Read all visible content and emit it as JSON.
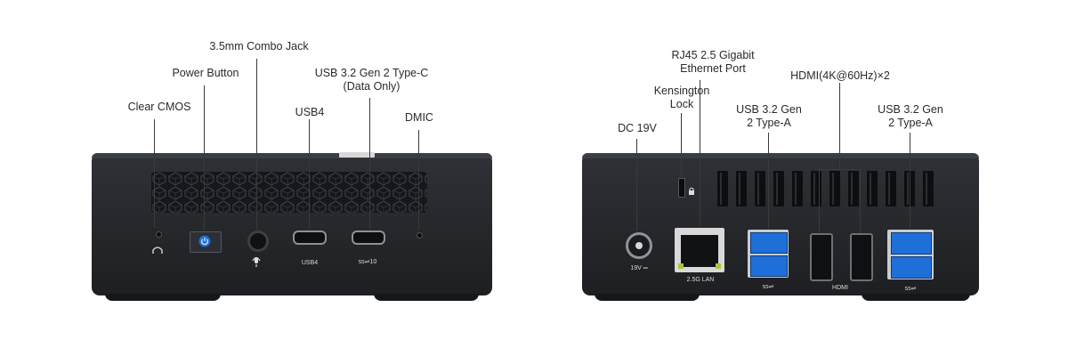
{
  "front": {
    "labels": {
      "combo_jack": "3.5mm Combo Jack",
      "power_button": "Power Button",
      "usbc_data": "USB 3.2 Gen 2 Type-C\n(Data Only)",
      "clear_cmos": "Clear CMOS",
      "usb4": "USB4",
      "dmic": "DMIC"
    },
    "port_labels": {
      "usb4": "USB4",
      "ss": "ss⇌10"
    },
    "icons": [
      "cmos-arch-icon",
      "power-icon",
      "headset-icon"
    ],
    "accent_color": "#1e73d6"
  },
  "rear": {
    "labels": {
      "rj45": "RJ45 2.5 Gigabit\nEthernet Port",
      "hdmi": "HDMI(4K@60Hz)×2",
      "kensington": "Kensington\nLock",
      "dc": "DC 19V",
      "usb_a_left": "USB 3.2 Gen\n2 Type-A",
      "usb_a_right": "USB 3.2 Gen\n2 Type-A"
    },
    "port_labels": {
      "dc": "19V ═",
      "lan": "2.5G LAN",
      "ss_left": "ss⇌",
      "hdmi": "HDMI",
      "ss_right": "ss⇌"
    },
    "icons": [
      "lock-icon"
    ],
    "accent_color": "#1f6fd9"
  }
}
